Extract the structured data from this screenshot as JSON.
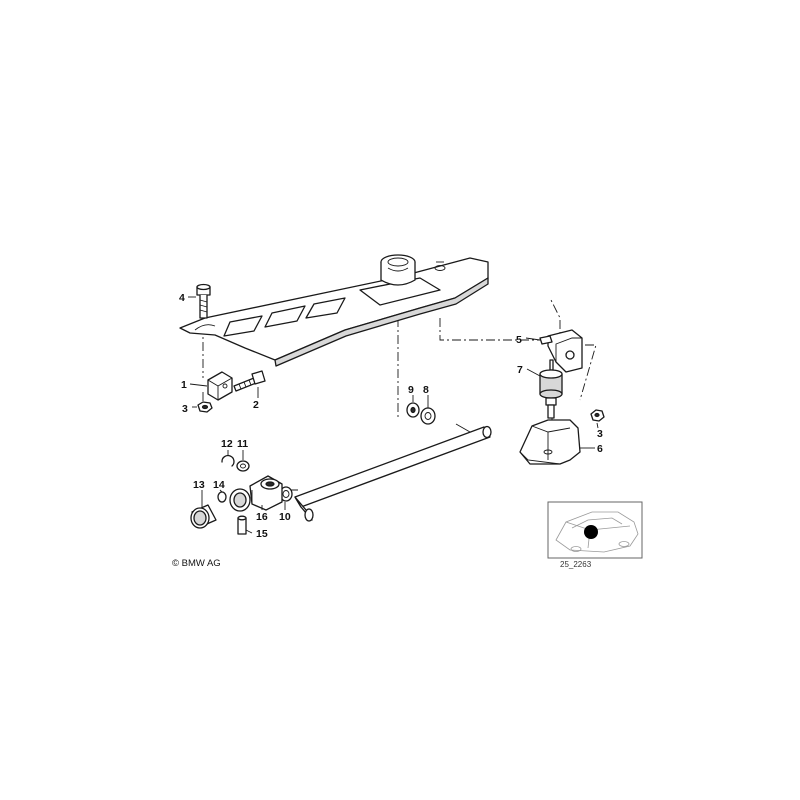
{
  "callouts": [
    {
      "id": "c1",
      "label": "1"
    },
    {
      "id": "c2",
      "label": "2"
    },
    {
      "id": "c3a",
      "label": "3"
    },
    {
      "id": "c3b",
      "label": "3"
    },
    {
      "id": "c4",
      "label": "4"
    },
    {
      "id": "c5",
      "label": "5"
    },
    {
      "id": "c6",
      "label": "6"
    },
    {
      "id": "c7",
      "label": "7"
    },
    {
      "id": "c8",
      "label": "8"
    },
    {
      "id": "c9",
      "label": "9"
    },
    {
      "id": "c10",
      "label": "10"
    },
    {
      "id": "c11",
      "label": "11"
    },
    {
      "id": "c12",
      "label": "12"
    },
    {
      "id": "c13",
      "label": "13"
    },
    {
      "id": "c14",
      "label": "14"
    },
    {
      "id": "c15",
      "label": "15"
    },
    {
      "id": "c16",
      "label": "16"
    }
  ],
  "copyright": "© BMW AG",
  "reference_code": "25_2263",
  "colors": {
    "line": "#1a1a1a",
    "shade": "#d8d8d8",
    "marker": "#000000",
    "thumb_car": "#9a9a9a"
  }
}
